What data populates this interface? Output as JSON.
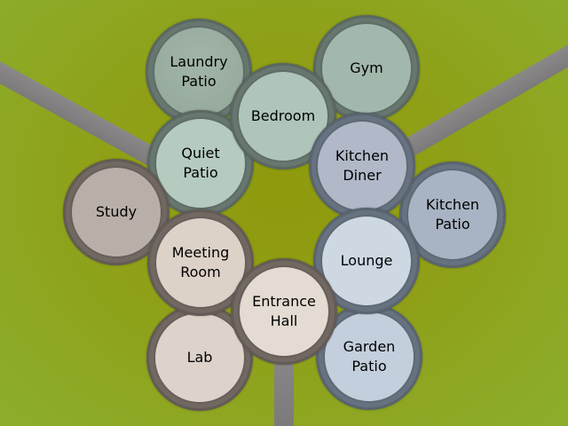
{
  "rooms": [
    {
      "name": "Laundry\nPatio",
      "color": "#98ab9f"
    },
    {
      "name": "Gym",
      "color": "#a3b8ac"
    },
    {
      "name": "Bedroom",
      "color": "#afc5b9"
    },
    {
      "name": "Quiet\nPatio",
      "color": "#b5cbbf"
    },
    {
      "name": "Kitchen\nDiner",
      "color": "#b1b9c9"
    },
    {
      "name": "Study",
      "color": "#b9afa9"
    },
    {
      "name": "Kitchen\nPatio",
      "color": "#a8b4c3"
    },
    {
      "name": "Meeting\nRoom",
      "color": "#ddd2c8"
    },
    {
      "name": "Lounge",
      "color": "#cdd8e3"
    },
    {
      "name": "Entrance\nHall",
      "color": "#e4dcd2"
    },
    {
      "name": "Lab",
      "color": "#ddd3cb"
    },
    {
      "name": "Garden\nPatio",
      "color": "#c3cfdc"
    }
  ]
}
